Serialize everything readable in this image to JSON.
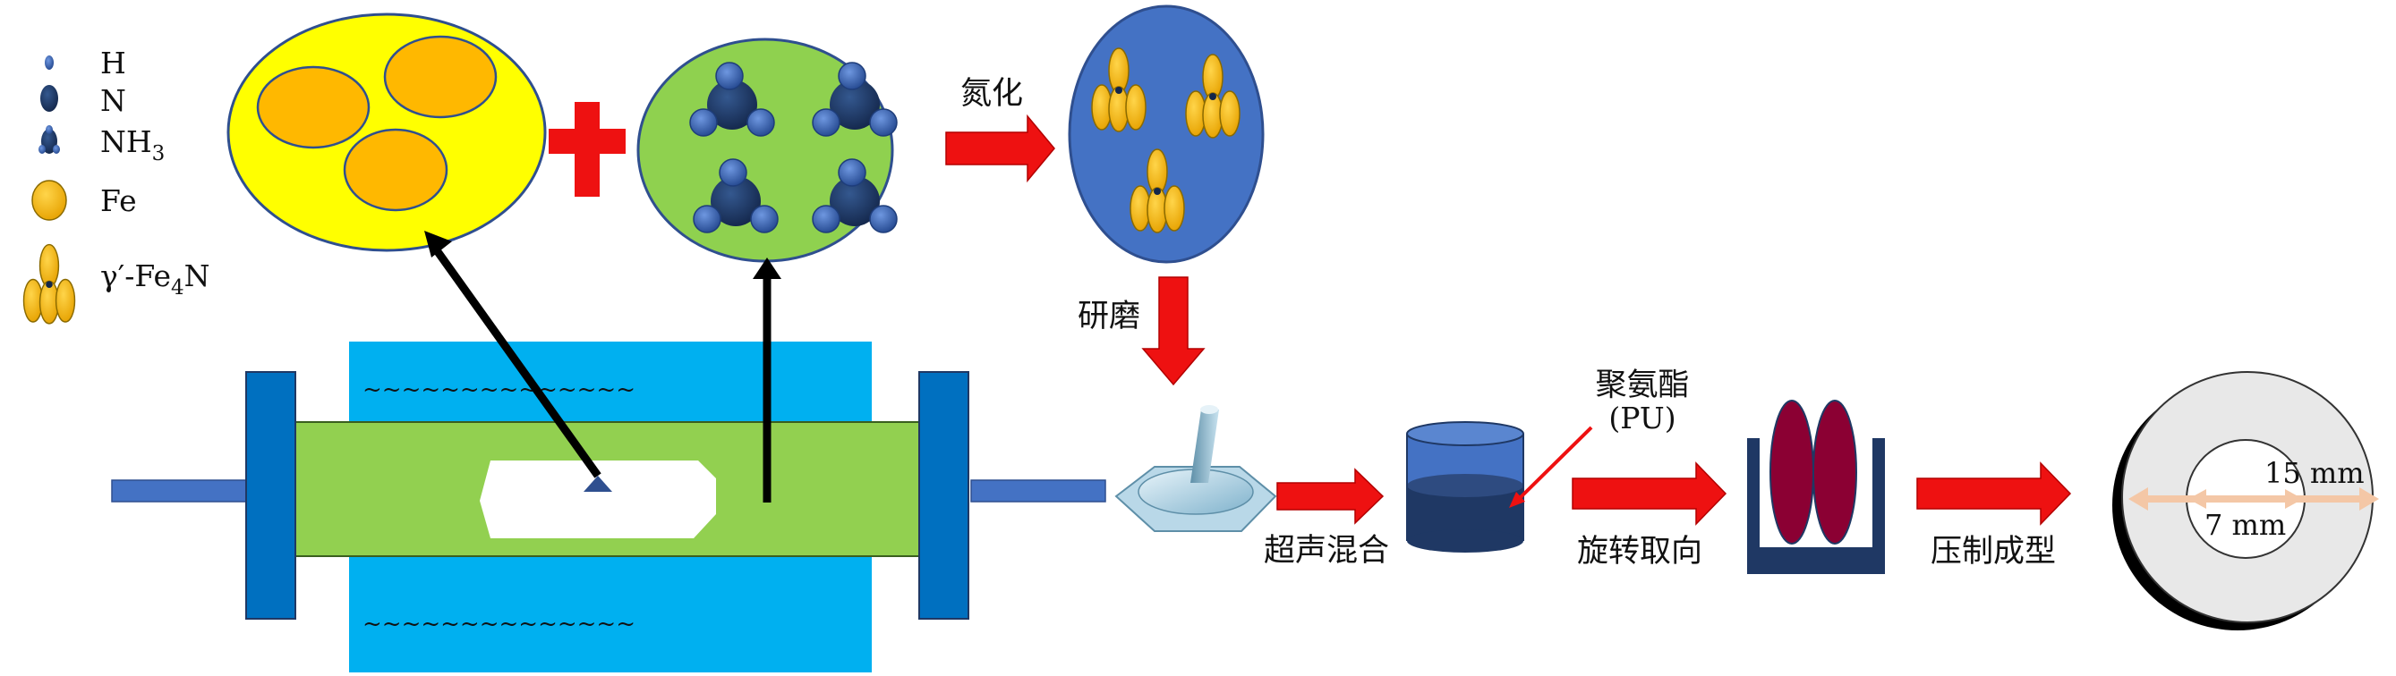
{
  "legend": {
    "items": [
      {
        "label": "H"
      },
      {
        "label": "N"
      },
      {
        "label": "NH3",
        "base": "NH",
        "sub": "3"
      },
      {
        "label": "Fe"
      },
      {
        "label": "γ′-Fe4N",
        "prefix": "γ′-Fe",
        "sub": "4",
        "suffix": "N"
      }
    ]
  },
  "steps": {
    "nitriding": "氮化",
    "grinding": "研磨",
    "ultrasonic_mixing": "超声混合",
    "polyurethane": "聚氨酯",
    "polyurethane_abbr": "(PU)",
    "rotational_orientation": "旋转取向",
    "press_forming": "压制成型"
  },
  "furnace": {
    "wave_top": "~~~~~~~~~~~~~~",
    "wave_bottom": "~~~~~~~~~~~~~~"
  },
  "ring": {
    "outer_dim": "15 mm",
    "inner_dim": "7 mm"
  },
  "colors": {
    "fe": "#F5B800",
    "fe_outline": "#B8860B",
    "nh3": "#1F3A6B",
    "nh3_h": "#3A68C0",
    "arrow_red": "#EE1111",
    "arrow_black": "#000000",
    "yellow_bg": "#FFFF00",
    "green_bg": "#8FD14F",
    "blue_bg": "#3F72C8",
    "water": "#00B0F0",
    "tube": "#92D050",
    "flange": "#0070C0",
    "cylinder_dark": "#1F3864",
    "cylinder_light": "#4472C4",
    "disc": "#8B0033",
    "ring_gray": "#E8E8E8",
    "ring_dim": "#F4C7A6"
  }
}
